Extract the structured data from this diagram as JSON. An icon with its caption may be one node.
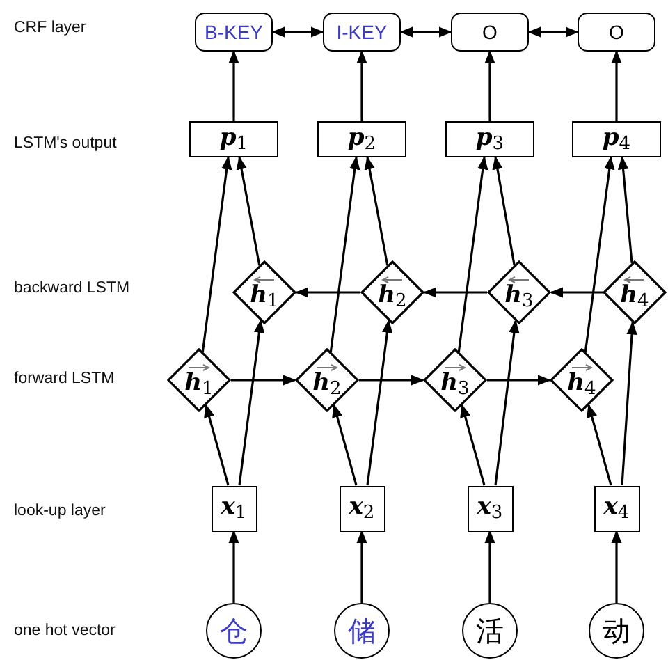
{
  "diagram": {
    "nodes": [
      {
        "text": [
          "B-KEY"
        ]
      },
      {
        "text": [
          "I-KEY"
        ]
      },
      {
        "text": [
          "O"
        ]
      },
      {
        "text": [
          "O"
        ]
      },
      {
        "text": [
          "**p**$_{1}$"
        ]
      },
      {
        "text": [
          "**p**$_{2}$"
        ]
      },
      {
        "text": [
          "**p**$_{3}$"
        ]
      },
      {
        "text": [
          "**p**$_{4}$"
        ]
      },
      {
        "text": [
          "**h**$_{1}$"
        ]
      },
      {
        "text": [
          "**h**$_{2}$"
        ]
      },
      {
        "text": [
          "**h**$_{3}$"
        ]
      },
      {
        "text": [
          "**h**$_{4}$"
        ]
      },
      {
        "text": [
          "**h**$_{1}$"
        ]
      },
      {
        "text": [
          "**h**$_{2}$"
        ]
      },
      {
        "text": [
          "**h**$_{3}$"
        ]
      },
      {
        "text": [
          "**h**$_{4}$"
        ]
      },
      {
        "text": [
          "**x**$_{1}$"
        ]
      },
      {
        "text": [
          "**x**$_{2}$"
        ]
      },
      {
        "text": [
          "**x**$_{3}$"
        ]
      },
      {
        "text": [
          "**x**$_{4}$"
        ]
      },
      {
        "text": [
          "仓"
        ]
      },
      {
        "text": [
          "储"
        ]
      },
      {
        "text": [
          "活"
        ]
      },
      {
        "text": [
          "动"
        ]
      }
    ],
    "edges": [
      {
        "from": 0,
        "to": 1,
        "arrow": "both"
      },
      {
        "from": 1,
        "to": 2,
        "arrow": "both"
      },
      {
        "from": 2,
        "to": 3,
        "arrow": "both"
      },
      {
        "from": 4,
        "to": 0,
        "arrow": "to"
      },
      {
        "from": 5,
        "to": 1,
        "arrow": "to"
      },
      {
        "from": 6,
        "to": 2,
        "arrow": "to"
      },
      {
        "from": 7,
        "to": 3,
        "arrow": "to"
      },
      {
        "from": 12,
        "to": 4,
        "arrow": "to"
      },
      {
        "from": 8,
        "to": 4,
        "arrow": "to"
      },
      {
        "from": 13,
        "to": 5,
        "arrow": "to"
      },
      {
        "from": 9,
        "to": 5,
        "arrow": "to"
      },
      {
        "from": 14,
        "to": 6,
        "arrow": "to"
      },
      {
        "from": 10,
        "to": 6,
        "arrow": "to"
      },
      {
        "from": 15,
        "to": 7,
        "arrow": "to"
      },
      {
        "from": 11,
        "to": 7,
        "arrow": "to"
      },
      {
        "from": 11,
        "to": 10,
        "arrow": "to"
      },
      {
        "from": 10,
        "to": 9,
        "arrow": "to"
      },
      {
        "from": 9,
        "to": 8,
        "arrow": "to"
      },
      {
        "from": 12,
        "to": 13,
        "arrow": "to"
      },
      {
        "from": 13,
        "to": 14,
        "arrow": "to"
      },
      {
        "from": 14,
        "to": 15,
        "arrow": "to"
      },
      {
        "from": 16,
        "to": 12,
        "arrow": "to"
      },
      {
        "from": 16,
        "to": 8,
        "arrow": "to"
      },
      {
        "from": 17,
        "to": 13,
        "arrow": "to"
      },
      {
        "from": 17,
        "to": 9,
        "arrow": "to"
      },
      {
        "from": 18,
        "to": 14,
        "arrow": "to"
      },
      {
        "from": 18,
        "to": 10,
        "arrow": "to"
      },
      {
        "from": 19,
        "to": 15,
        "arrow": "to"
      },
      {
        "from": 19,
        "to": 11,
        "arrow": "to"
      },
      {
        "from": 20,
        "to": 16,
        "arrow": "to"
      },
      {
        "from": 21,
        "to": 17,
        "arrow": "to"
      },
      {
        "from": 22,
        "to": 18,
        "arrow": "to"
      },
      {
        "from": 23,
        "to": 19,
        "arrow": "to"
      }
    ],
    "labels": [
      "CRF layer",
      "LSTM's output",
      "backward LSTM",
      "forward LSTM",
      "look-up layer",
      "one hot vector"
    ]
  }
}
